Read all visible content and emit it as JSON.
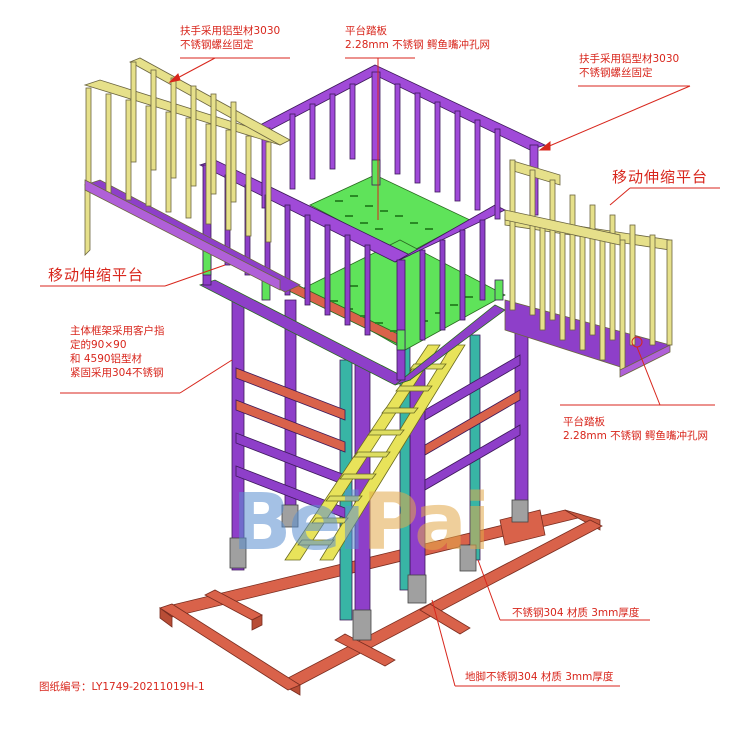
{
  "annotations": {
    "handrail_left": [
      "扶手采用铝型材3030",
      "不锈钢螺丝固定"
    ],
    "platform_top": [
      "平台踏板",
      "2.28mm 不锈钢 鳄鱼嘴冲孔网"
    ],
    "handrail_right": [
      "扶手采用铝型材3030",
      "不锈钢螺丝固定"
    ],
    "mobile_platform_right": "移动伸缩平台",
    "mobile_platform_left": "移动伸缩平台",
    "main_frame": [
      "主体框架采用客户指",
      "定的90×90",
      "和 4590铝型材",
      "紧固采用304不锈钢"
    ],
    "platform_lower": [
      "平台踏板",
      "2.28mm 不锈钢 鳄鱼嘴冲孔网"
    ],
    "steel_304": "不锈钢304  材质 3mm厚度",
    "foot_304": "地脚不锈钢304  材质 3mm厚度"
  },
  "drawing_number": "图纸编号：LY1749-20211019H-1",
  "watermark": {
    "part_a": "Bei",
    "part_b": "Pai"
  },
  "colors": {
    "frame_purple": "#8e3fc9",
    "top_frame": "#a04ad8",
    "base_red": "#d9624a",
    "deck_green": "#5fe35a",
    "rail_yellow": "#e6e08a",
    "stair_yellow": "#e8e35a",
    "column_teal": "#38b5a5",
    "connector_gray": "#9a9a9a",
    "annotation_red": "#d8261c"
  }
}
